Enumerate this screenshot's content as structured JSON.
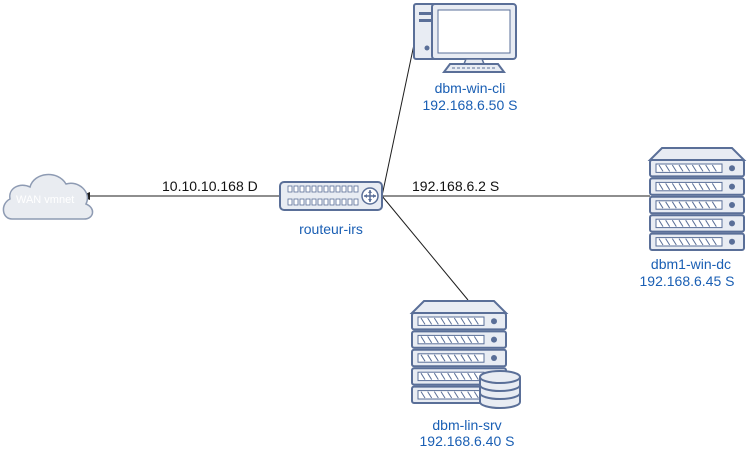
{
  "colors": {
    "device_fill": "#e8ecf3",
    "device_stroke": "#5a6f98",
    "device_slot": "#ffffff",
    "cloud_fill": "#e9ecf1",
    "cloud_stroke": "#8e9bb3",
    "link_line": "#1e1e1e",
    "label_blue": "#1a5fb4",
    "label_black": "#111111"
  },
  "icons": {
    "cloud": "cloud-icon",
    "router": "router-icon",
    "desktop": "desktop-computer-icon",
    "server": "rack-server-icon",
    "database": "database-icon"
  },
  "nodes": {
    "wan": {
      "label": "WAN vmnet"
    },
    "router": {
      "label": "routeur-irs"
    },
    "win_cli": {
      "name": "dbm-win-cli",
      "ip": "192.168.6.50 S"
    },
    "win_dc": {
      "name": "dbm1-win-dc",
      "ip": "192.168.6.45 S"
    },
    "lin_srv": {
      "name": "dbm-lin-srv",
      "ip": "192.168.6.40 S"
    }
  },
  "links": {
    "wan_link": {
      "label": "10.10.10.168 D"
    },
    "lan_link": {
      "label": "192.168.6.2 S"
    }
  }
}
